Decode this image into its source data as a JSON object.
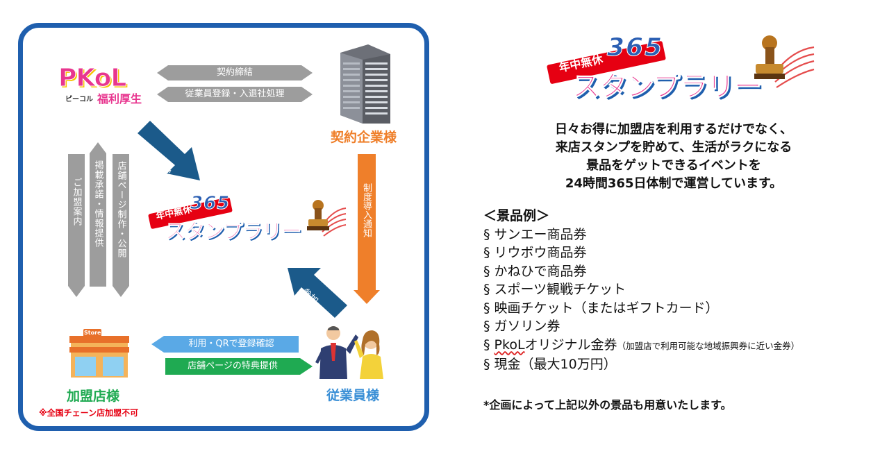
{
  "diagram": {
    "pkol_logo": {
      "main": "PKoL",
      "sub_kana": "ピーコル",
      "sub_main": "福利厚生"
    },
    "contract_company_label": "契約企業様",
    "employee_label": "従業員様",
    "member_store_label": "加盟店様",
    "member_store_note": "※全国チェーン店加盟不可",
    "top_arrow_1": "契約締結",
    "top_arrow_2": "従業員登録・入退社処理",
    "diag_arrow_plan": "企画・運営",
    "diag_arrow_join": "参加",
    "orange_arrow": "制度導入通知",
    "vert_arrow_1": "ご加盟案内",
    "vert_arrow_2": "掲載承諾・情報提供",
    "vert_arrow_3": "店舗ページ制作・公開",
    "bottom_arrow_1": "利用・QRで登録確認",
    "bottom_arrow_2": "店舗ページの特典提供",
    "store_sign": "Store",
    "stamp_logo": {
      "small": "年中無休",
      "num": "365",
      "main": "スタンプラリー"
    }
  },
  "right": {
    "logo": {
      "small": "年中無休",
      "num": "365",
      "main": "スタンプラリー"
    },
    "intro_lines": [
      "日々お得に加盟店を利用するだけでなく、",
      "来店スタンプを貯めて、生活がラクになる",
      "景品をゲットできるイベントを",
      "24時間365日体制で運営しています。"
    ],
    "prizes_heading": "＜景品例＞",
    "bullet": "§",
    "prizes": [
      "サンエー商品券",
      "リウボウ商品券",
      "かねひで商品券",
      "スポーツ観戦チケット",
      "映画チケット（またはギフトカード）",
      "ガソリン券",
      "現金（最大10万円）"
    ],
    "pkol_prize": {
      "name": "PkoL",
      "rest": "オリジナル金券",
      "note": "（加盟店で利用可能な地域振興券に近い金券）"
    },
    "footnote": "*企画によって上記以外の景品も用意いたします。"
  },
  "colors": {
    "frame": "#1f5fae",
    "orange": "#ef7f2a",
    "teal": "#1b5a8a",
    "green": "#1faa52",
    "light_blue": "#5aa9e6",
    "gray": "#9d9d9d",
    "red": "#e60012"
  }
}
